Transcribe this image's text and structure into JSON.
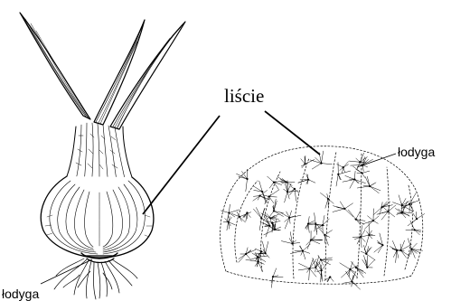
{
  "labels": {
    "leaves": "liście",
    "stem_onion": "łodyga",
    "stem_cactus": "łodyga"
  },
  "colors": {
    "ink": "#000000",
    "background": "#ffffff"
  }
}
